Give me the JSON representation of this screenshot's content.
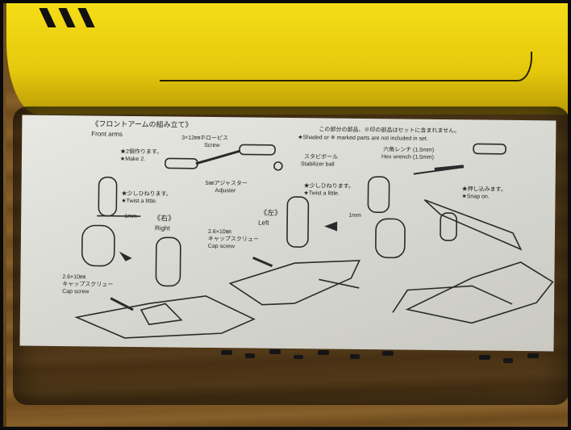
{
  "photo": {
    "colors": {
      "car_body": "#f2d914",
      "wood": "#7a5523",
      "sheet": "#e0e0da"
    }
  },
  "sheet": {
    "title_jp": "《フロントアームの組み立て》",
    "title_en": "Front arms",
    "note_jp": "この部分の部品、※印の部品はセットに含まれません。",
    "note_en": "★Shaded or ※ marked parts are not included in set.",
    "make2_jp": "★2個作ります。",
    "make2_en": "★Make 2.",
    "screw_jp": "3×12㎜ホローピス",
    "screw_en": "Screw",
    "stab_jp": "スタビボール",
    "stab_en": "Stabilizer ball",
    "adj_jp": "5㎜アジャスター",
    "adj_en": "Adjuster",
    "hex_jp": "六角レンチ (1.5mm)",
    "hex_en": "Hex wrench (1.5mm)",
    "twist_jp": "★少しひねります。",
    "twist_en": "★Twist a little.",
    "twist2_jp": "★少しひねります。",
    "twist2_en": "★Twist a little.",
    "snap_jp": "★押し込みます。",
    "snap_en": "★Snap on.",
    "mm1": "1mm",
    "mm1b": "1mm",
    "right_jp": "《右》",
    "right_en": "Right",
    "left_jp": "《左》",
    "left_en": "Left",
    "cap1_size": "2.6×10㎜",
    "cap1_jp": "キャップスクリュー",
    "cap1_en": "Cap screw",
    "cap2_size": "2.6×10㎜",
    "cap2_jp": "キャップスクリュー",
    "cap2_en": "Cap screw"
  }
}
